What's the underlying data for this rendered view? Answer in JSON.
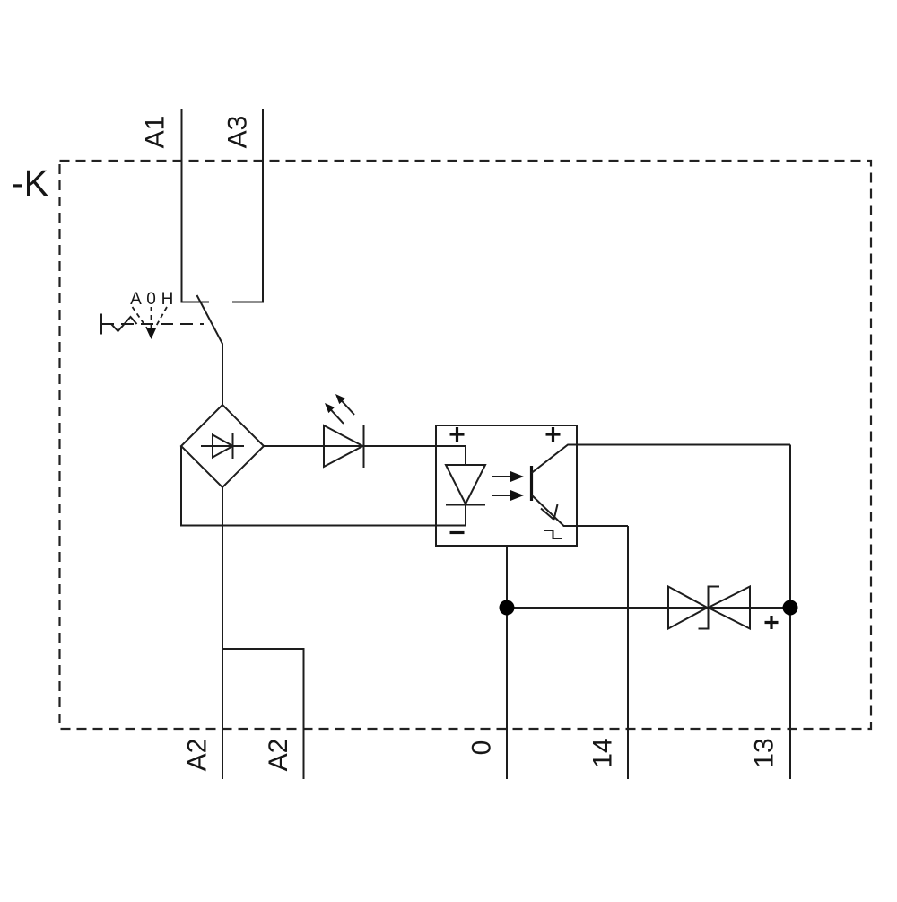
{
  "page": {
    "background_color": "#ffffff"
  },
  "diagram": {
    "module_label": "-K",
    "line_color": "#1d1d1d",
    "junction_dot_color": "#000000",
    "terminals": {
      "top": [
        {
          "label": "A1"
        },
        {
          "label": "A3"
        }
      ],
      "bottom": [
        {
          "label": "A2"
        },
        {
          "label": "A2"
        },
        {
          "label": "0"
        },
        {
          "label": "14"
        },
        {
          "label": "13"
        }
      ]
    },
    "actuator": {
      "position_labels": [
        {
          "text": "A"
        },
        {
          "text": "0"
        },
        {
          "text": "H"
        }
      ]
    },
    "optocoupler": {
      "input_plus": "+",
      "output_plus": "+",
      "input_minus": "-"
    },
    "tvs": {
      "polarity_label": "+"
    }
  }
}
